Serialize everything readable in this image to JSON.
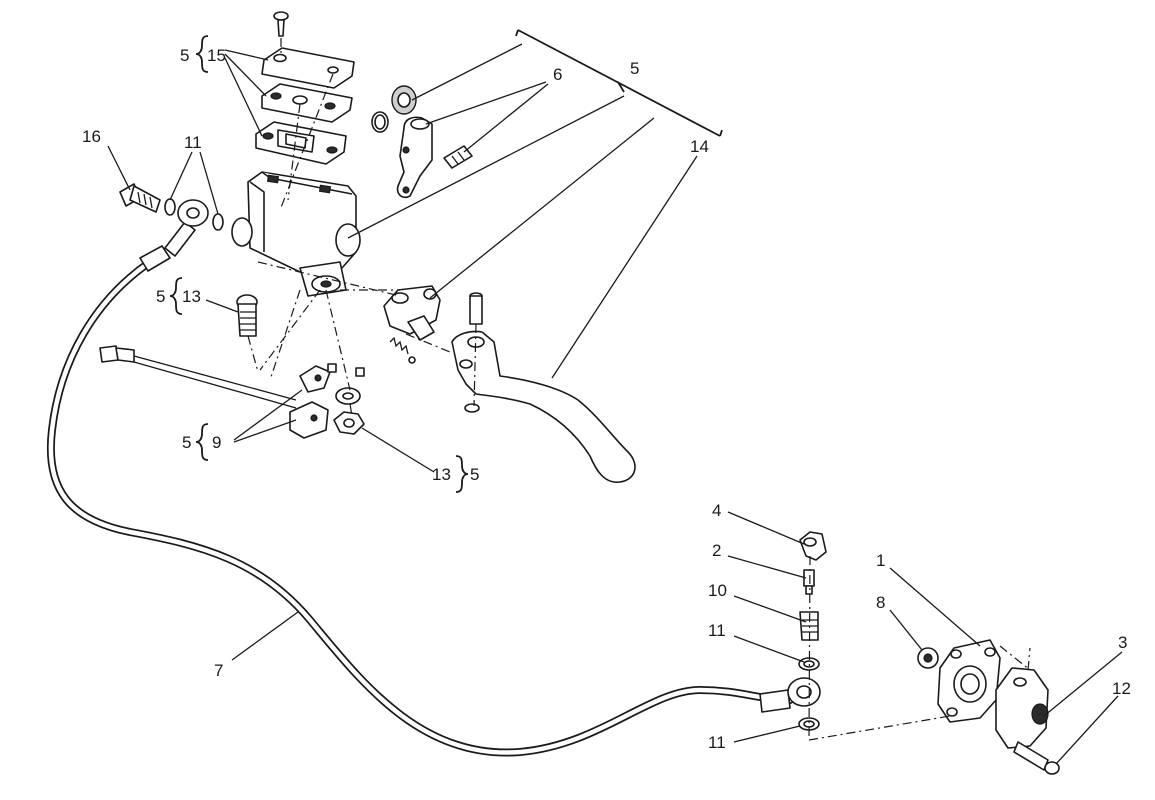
{
  "callouts": {
    "c1": "1",
    "c2": "2",
    "c3": "3",
    "c4": "4",
    "c5_top": "5",
    "c5_top_right": "5",
    "c5_mid": "5",
    "c5_switch": "5",
    "c5_nut": "5",
    "c6": "6",
    "c7": "7",
    "c8": "8",
    "c9": "9",
    "c10": "10",
    "c11_top": "11",
    "c11_mid": "11",
    "c11_low": "11",
    "c12": "12",
    "c13_bolt": "13",
    "c13_nut": "13",
    "c14": "14",
    "c15": "15",
    "c16": "16"
  }
}
